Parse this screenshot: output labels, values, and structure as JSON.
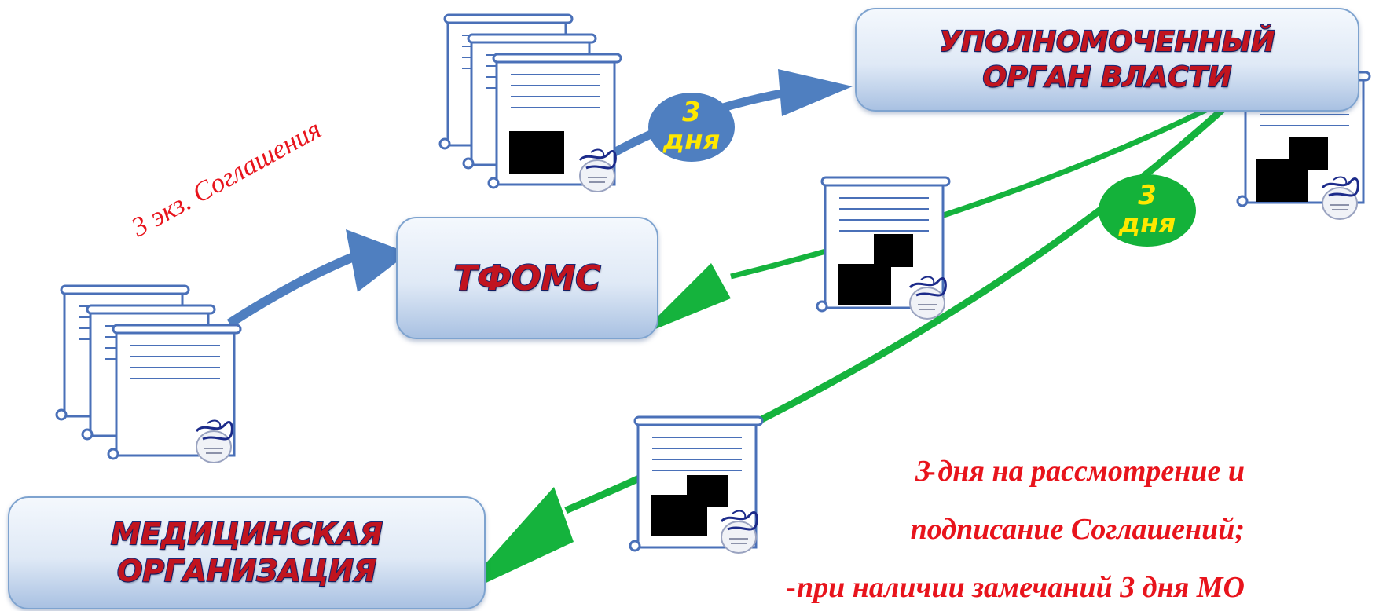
{
  "nodes": {
    "authority": "УПОЛНОМОЧЕННЫЙ\nОРГАН ВЛАСТИ",
    "tfoms": "ТФОМС",
    "medical": "МЕДИЦИНСКАЯ\nОРГАНИЗАЦИЯ"
  },
  "badges": {
    "to_authority": "3\nдня",
    "from_authority": "3\nдня"
  },
  "copies_label": "3 экз. Соглашения",
  "notes": [
    "3 дня на рассмотрение и",
    "подписание Соглашений;",
    "при наличии замечаний 3 дня МО"
  ],
  "note_bullet": "-",
  "colors": {
    "blue_arrow": "#4f7fc0",
    "green_arrow": "#15b33d",
    "badge_blue": "#4f7fc0",
    "badge_green": "#14b23a",
    "label_red": "#e8141c",
    "badge_text": "#ffe800"
  },
  "icons": [
    "document-stack-icon",
    "document-icon",
    "stamp-icon"
  ]
}
